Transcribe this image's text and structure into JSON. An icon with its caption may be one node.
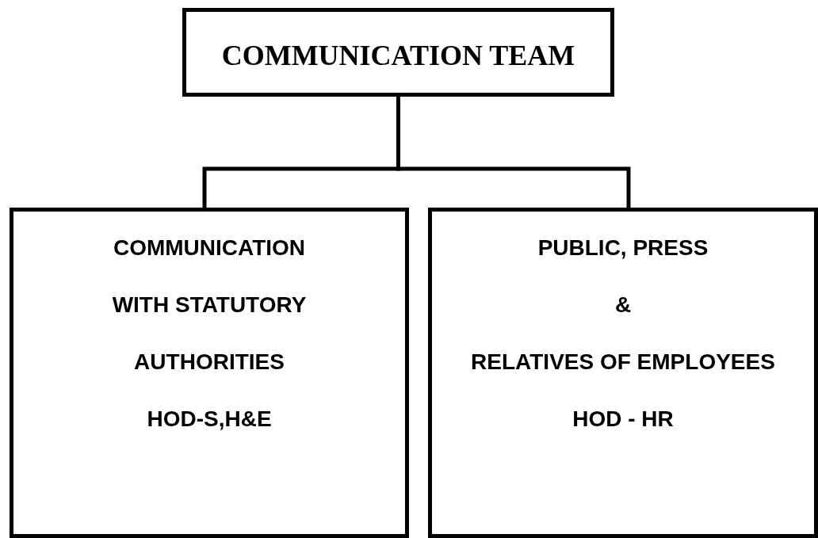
{
  "diagram": {
    "nodes": [
      {
        "text": [
          "COMMUNICATION TEAM"
        ]
      },
      {
        "text": [
          "COMMUNICATION WITH STATUTORY AUTHORITIES",
          "HOD-S,H&E"
        ]
      },
      {
        "text": [
          "PUBLIC, PRESS",
          "&",
          "RELATIVES OF EMPLOYEES",
          "HOD - HR"
        ]
      }
    ],
    "edges": [
      {
        "from": 0,
        "to": 1,
        "arrow": "none"
      },
      {
        "from": 0,
        "to": 2,
        "arrow": "none"
      }
    ]
  }
}
